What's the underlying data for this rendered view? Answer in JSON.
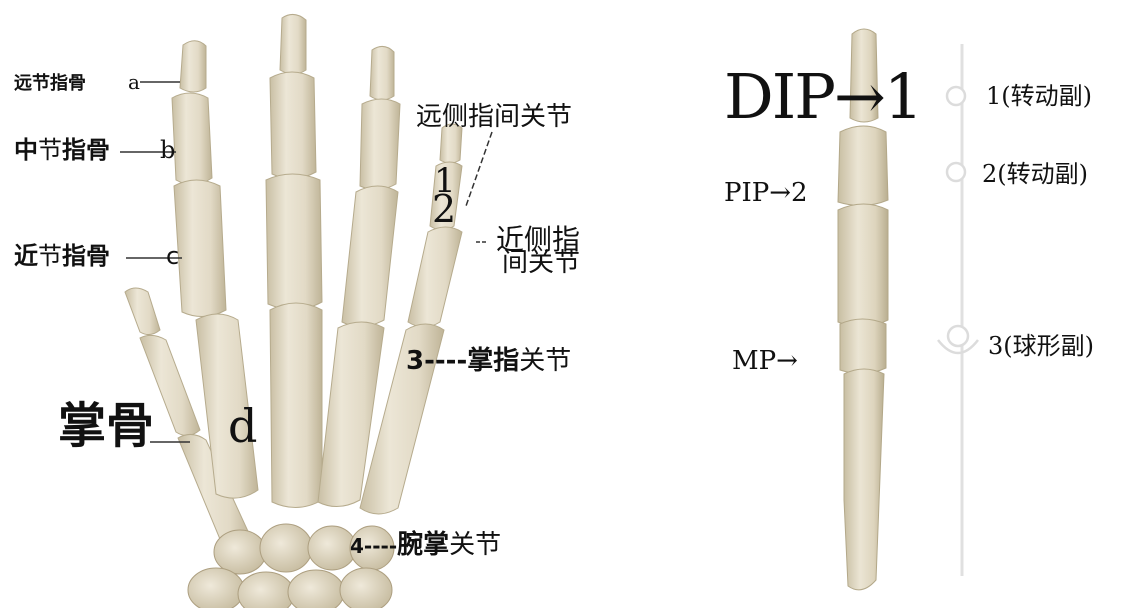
{
  "left": {
    "distal_phalanx": {
      "text": "远节指骨",
      "letter": "a"
    },
    "middle_phalanx": {
      "part1": "中",
      "part2": "节",
      "part3": "指骨",
      "letter": "b"
    },
    "proximal_phalanx": {
      "part1": "近",
      "part2": "节",
      "part3": "指骨",
      "letter": "c"
    },
    "metacarpal": {
      "text": "掌骨",
      "letter": "d"
    },
    "dip_joint": "远侧指间关节",
    "num1": "1",
    "num2": "2",
    "pip_joint_line1": "近侧指",
    "pip_joint_line2": "间关节",
    "mcp_joint": {
      "num": "3",
      "bold": "掌指",
      "plain": "关节"
    },
    "cmc_joint": {
      "num": "4",
      "bold": "腕掌",
      "plain": "关节"
    }
  },
  "right": {
    "dip": "DIP→1",
    "pip": "PIP→2",
    "mp": "MP→",
    "joints": [
      {
        "label": "1(转动副)"
      },
      {
        "label": "2(转动副)"
      },
      {
        "label": "3(球形副)"
      }
    ]
  },
  "colors": {
    "bone": "#e6dfcc",
    "bone_shadow": "#c9bfa4",
    "bone_highlight": "#f3efe4",
    "axis_line": "#e2e2e2",
    "text": "#111111"
  }
}
